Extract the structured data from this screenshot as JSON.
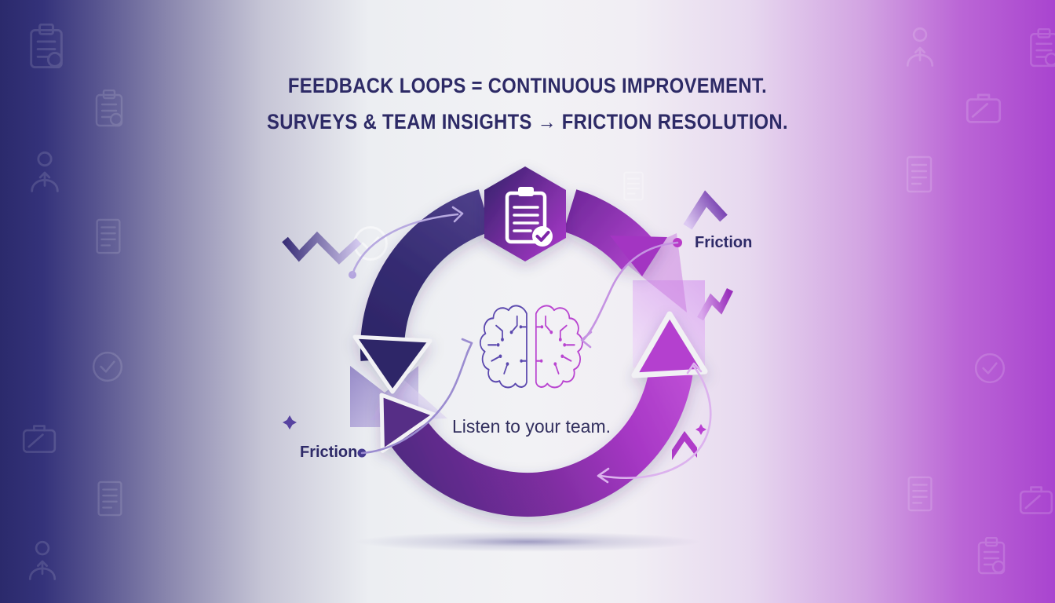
{
  "headline": {
    "line1": "FEEDBACK LOOPS = CONTINUOUS IMPROVEMENT.",
    "line2": "SURVEYS & TEAM INSIGHTS → FRICTION RESOLUTION."
  },
  "loop_diagram": {
    "center_caption": "Listen to your team.",
    "left_label": "Friction",
    "right_label": "Friction",
    "top_node_icon": "clipboard-check-icon",
    "center_icon": "circuit-brain-icon",
    "colors": {
      "deep_indigo": "#2d2768",
      "purple": "#8b2fa6",
      "magenta": "#bf4ad6",
      "lavender": "#b7a9e0",
      "background_left": "#2b2a6c",
      "background_right": "#a944cf",
      "surface": "#f1f1f4",
      "headline_text": "#2d2a66"
    }
  }
}
